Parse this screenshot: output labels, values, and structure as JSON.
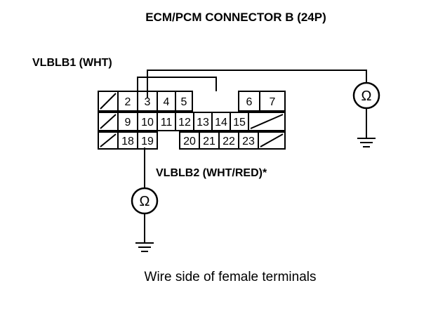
{
  "diagram": {
    "title": "ECM/PCM CONNECTOR B (24P)",
    "wire_top_label": "VLBLB1 (WHT)",
    "wire_bottom_label": "VLBLB2 (WHT/RED)*",
    "caption": "Wire side of female terminals",
    "ohm_symbol": "Ω",
    "colors": {
      "ink": "#000000",
      "paper": "#ffffff"
    },
    "connector": {
      "rows": [
        [
          "/",
          "2",
          "3",
          "4",
          "5",
          "",
          "6",
          "7"
        ],
        [
          "/",
          "9",
          "10",
          "11",
          "12",
          "13",
          "14",
          "15",
          "/"
        ],
        [
          "/",
          "18",
          "19",
          "",
          "20",
          "21",
          "22",
          "23",
          "/"
        ]
      ]
    },
    "connections": [
      {
        "wire": "VLBLB1 (WHT)",
        "terminal": "3",
        "meter": "ohmmeter",
        "to": "ground"
      },
      {
        "wire": "VLBLB2 (WHT/RED)*",
        "terminal": "19",
        "meter": "ohmmeter",
        "to": "ground"
      }
    ]
  }
}
